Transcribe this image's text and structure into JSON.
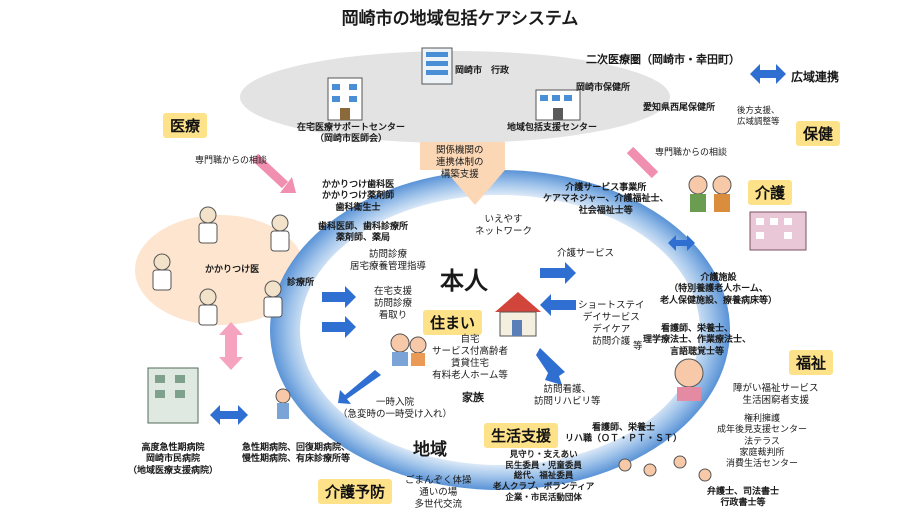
{
  "title": "岡崎市の地域包括ケアシステム",
  "categories": {
    "iryo": "医療",
    "hoken": "保健",
    "kaigo": "介護",
    "fukushi": "福祉",
    "sumai": "住まい",
    "seikatsu": "生活支援",
    "kaigo_yobo": "介護予防",
    "honnin": "本人",
    "chiiki": "地域"
  },
  "top": {
    "gyosei": "岡崎市　行政",
    "niji": "二次医療圏（岡崎市・幸田町）",
    "kouiki": "広域連携",
    "hokenjo1": "岡崎市保健所",
    "hokenjo2": "愛知県西尾保健所",
    "zaitaku": "在宅医療サポートセンター\n（岡崎市医師会）",
    "houkatsu": "地域包括支援センター",
    "kankei": "関係機関の\n連携体制の\n構築支援",
    "koho": "後方支援、\n広域調整等"
  },
  "left": {
    "sodan_left": "専門職からの相談",
    "kakaritsuke": "かかりつけ医",
    "shinryojo": "診療所",
    "kakari_list": "かかりつけ歯科医\nかかりつけ薬剤師\n歯科衛生士",
    "shika_list": "歯科医師、歯科診療所\n薬剤師、薬局",
    "houmon_shinryo": "訪問診療\n居宅療養管理指導",
    "zaitaku_shien": "在宅支援\n訪問診療\n看取り",
    "hospital1": "高度急性期病院\n岡崎市民病院\n（地域医療支援病院）",
    "hospital2": "急性期病院、回復期病院、\n慢性期病院、有床診療所等"
  },
  "center": {
    "ieyasu": "いえやす\nネットワーク",
    "kaigo_service": "介護サービス",
    "short": "ショートステイ\nデイサービス\nデイケア\n訪問介護",
    "to": "等",
    "jitaku": "自宅\nサービス付高齢者\n賃貸住宅\n有料老人ホーム等",
    "kazoku": "家族",
    "ichiji": "一時入院\n（急変時の一時受け入れ）",
    "houmon_kango": "訪問看護、\n訪問リハビリ等"
  },
  "right": {
    "sodan_right": "専門職からの相談",
    "kaigo_jigyo": "介護サービス事業所\nケアマネジャー、介護福祉士、\n社会福祉士等",
    "shisetsu": "介護施設\n（特別養護老人ホーム、\n老人保健施設、療養病床等）",
    "kangoshi": "看護師、栄養士、\n理学療法士、作業療法士、\n言語聴覚士等",
    "shogai": "障がい福祉サービス\n生活困窮者支援",
    "kenri": "権利擁護\n成年後見支援センター\n法テラス\n家庭裁判所\n消費生活センター",
    "bengoshi": "弁護士、司法書士\n行政書士等"
  },
  "bottom": {
    "kangoshi2": "看護師、栄養士\nリハ職（ＯＴ・ＰＴ・ＳＴ）",
    "mimamori": "見守り・支えあい\n民生委員・児童委員\n総代、福祉委員\n老人クラブ、ボランティア\n企業・市民活動団体",
    "gomanzoku": "ごまんぞく体操\n通いの場\n多世代交流"
  }
}
